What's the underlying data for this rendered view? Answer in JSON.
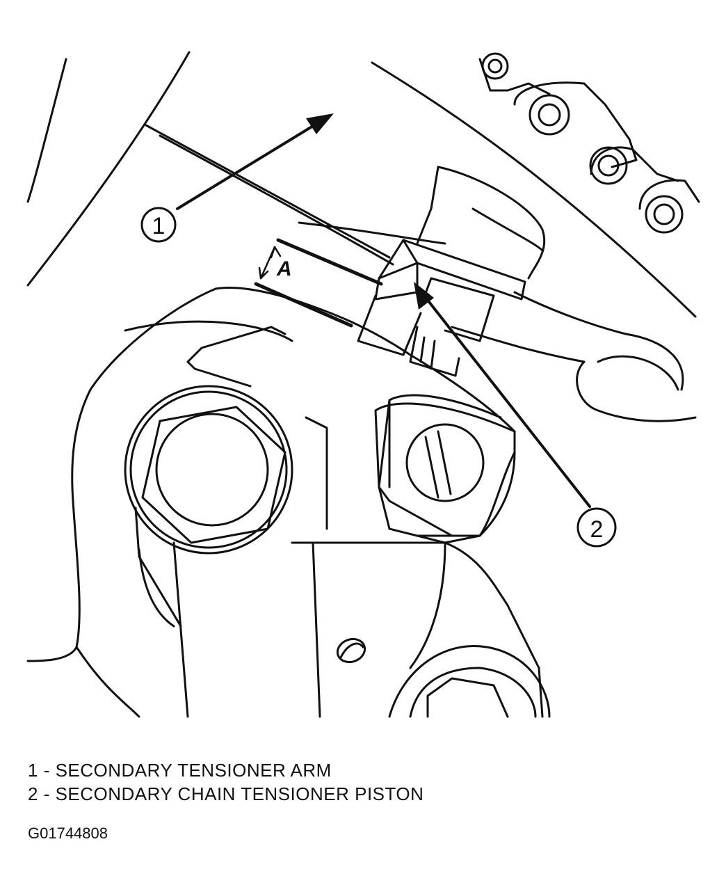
{
  "diagram": {
    "callouts": [
      {
        "number": "1"
      },
      {
        "number": "2"
      }
    ],
    "dimension_label": "A"
  },
  "legend": {
    "items": [
      {
        "text": "1 - SECONDARY TENSIONER ARM"
      },
      {
        "text": "2 - SECONDARY CHAIN TENSIONER PISTON"
      }
    ]
  },
  "figure_id": "G01744808"
}
